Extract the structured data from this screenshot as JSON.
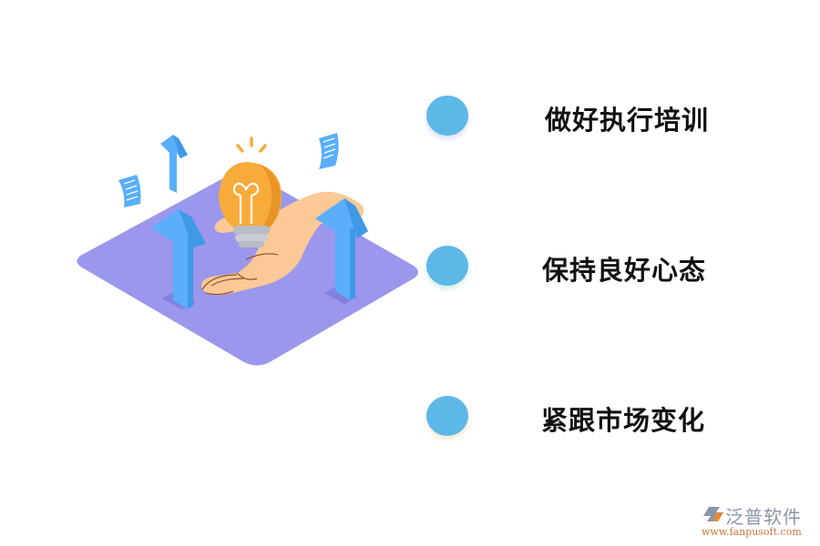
{
  "items": [
    {
      "label": "做好执行培训",
      "dot_color": "#5db8e8"
    },
    {
      "label": "保持良好心态",
      "dot_color": "#5db8e8"
    },
    {
      "label": "紧跟市场变化",
      "dot_color": "#5db8e8"
    }
  ],
  "illustration": {
    "subject": "hand holding lightbulb on isometric platform with upward arrows",
    "platform_color": "#9a97ec",
    "arrow_color": "#55aaf8",
    "bulb_color": "#f7ab3a",
    "hand_color": "#fbc896"
  },
  "brand": {
    "name": "泛普软件",
    "url": "www.fanpusoft.com",
    "logo_icon": "fanpu-logo-icon"
  }
}
